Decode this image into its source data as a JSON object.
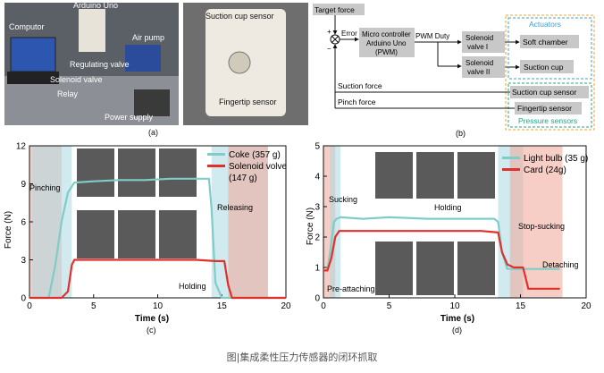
{
  "figure": {
    "caption": "图|集成柔性压力传感器的闭环抓取"
  },
  "panel_a": {
    "letter": "(a)",
    "labels": [
      "Computor",
      "Arduino Uno",
      "Air pump",
      "Regulating valve",
      "Solenoid valve",
      "Relay",
      "Power supply",
      "Suction cup sensor",
      "Fingertip sensor"
    ]
  },
  "panel_b": {
    "letter": "(b)",
    "target_force": "Target force",
    "error": "Error",
    "plus": "+",
    "minus": "−",
    "controller_line1": "Micro controller",
    "controller_line2": "Arduino Uno",
    "controller_line3": "(PWM)",
    "pwm_duty": "PWM Duty",
    "valve1_line1": "Solenoid",
    "valve1_line2": "valve I",
    "valve2_line1": "Solenoid",
    "valve2_line2": "valve II",
    "actuators": "Actuators",
    "soft_chamber": "Soft chamber",
    "suction_cup": "Suction cup",
    "suction_force": "Suction force",
    "pinch_force": "Pinch force",
    "suction_cup_sensor": "Suction cup sensor",
    "fingertip_sensor": "Fingertip sensor",
    "pressure_sensors": "Pressure sensors"
  },
  "colors": {
    "teal": "#7ecdc8",
    "teal_fill": "#a9d8e1",
    "red": "#e0302c",
    "red_fill": "#f0a596",
    "box_gray": "#c8c8c8",
    "actuator_blue": "#3ca2c8",
    "sensor_green": "#22a386",
    "dashed_orange": "#f0a030"
  },
  "chart_data": [
    {
      "type": "line",
      "panel": "(c)",
      "xlabel": "Time (s)",
      "ylabel": "Force (N)",
      "xlim": [
        0,
        20
      ],
      "ylim": [
        0,
        12
      ],
      "xticks": [
        0,
        5,
        10,
        15,
        20
      ],
      "yticks": [
        0,
        3,
        6,
        9,
        12
      ],
      "legend_position": "top-right",
      "series": [
        {
          "name": "Coke (357 g)",
          "color": "#7ecdc8",
          "x": [
            0,
            1.5,
            2.0,
            2.5,
            3.0,
            3.5,
            5,
            7,
            9,
            11,
            13,
            14.0,
            14.2,
            14.5,
            15,
            15.5,
            20
          ],
          "y": [
            0,
            0,
            2.5,
            6.0,
            8.3,
            9.1,
            9.2,
            9.3,
            9.3,
            9.4,
            9.4,
            9.4,
            7.0,
            1.2,
            0,
            0,
            0
          ]
        },
        {
          "name": "Solenoid volve",
          "name_line2": "(147 g)",
          "color": "#e0302c",
          "x": [
            0,
            2.0,
            2.5,
            3.0,
            3.3,
            3.5,
            5,
            7,
            9,
            11,
            13,
            14.5,
            15.2,
            15.5,
            15.8,
            20
          ],
          "y": [
            0,
            0,
            0,
            0.5,
            2.6,
            3.0,
            3.0,
            3.0,
            3.0,
            3.0,
            3.0,
            2.9,
            2.9,
            1.0,
            0,
            0
          ]
        }
      ],
      "annotations": [
        "Pinching",
        "Releasing",
        "Holding"
      ]
    },
    {
      "type": "line",
      "panel": "(d)",
      "xlabel": "Time (s)",
      "ylabel": "Force (N)",
      "xlim": [
        0,
        20
      ],
      "ylim": [
        0,
        5
      ],
      "xticks": [
        0,
        5,
        10,
        15,
        20
      ],
      "yticks": [
        0,
        1,
        2,
        3,
        4,
        5
      ],
      "legend_position": "top-right",
      "series": [
        {
          "name": "Light bulb (35 g)",
          "color": "#7ecdc8",
          "x": [
            0,
            0.3,
            0.5,
            0.8,
            1.0,
            1.3,
            3,
            5,
            8,
            11,
            13,
            13.3,
            13.6,
            14,
            15,
            18
          ],
          "y": [
            0.9,
            0.9,
            1.5,
            2.5,
            2.6,
            2.65,
            2.6,
            2.65,
            2.6,
            2.6,
            2.6,
            2.5,
            1.5,
            0.95,
            0.95,
            0.95
          ]
        },
        {
          "name": "Card (24g)",
          "color": "#e0302c",
          "x": [
            0,
            0.3,
            0.6,
            0.9,
            1.2,
            2,
            4,
            6,
            8,
            10,
            12,
            13.3,
            13.6,
            14,
            14.5,
            15.2,
            15.6,
            18
          ],
          "y": [
            0.9,
            0.9,
            1.3,
            2.0,
            2.2,
            2.2,
            2.2,
            2.2,
            2.2,
            2.2,
            2.2,
            2.15,
            1.5,
            1.1,
            1.0,
            1.0,
            0.3,
            0.3
          ]
        }
      ],
      "annotations": [
        "Sucking",
        "Holding",
        "Stop-sucking",
        "Detaching",
        "Pre-attaching"
      ]
    }
  ]
}
